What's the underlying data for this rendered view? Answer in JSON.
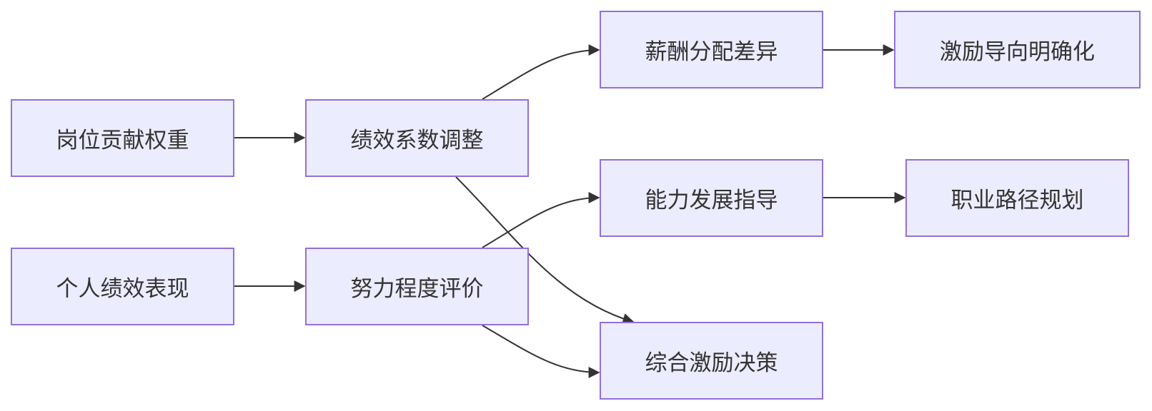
{
  "diagram": {
    "type": "flowchart",
    "direction": "left-to-right",
    "colors": {
      "node_fill": "#ececff",
      "node_border": "#9370db",
      "text": "#333333",
      "edge": "#333333"
    },
    "nodes": {
      "post_weight": "岗位贡献权重",
      "personal_perf": "个人绩效表现",
      "perf_coef": "绩效系数调整",
      "effort_eval": "努力程度评价",
      "pay_diff": "薪酬分配差异",
      "ability_guide": "能力发展指导",
      "composite": "综合激励决策",
      "incentive_clear": "激励导向明确化",
      "career_path": "职业路径规划"
    },
    "edges": [
      {
        "from": "岗位贡献权重",
        "to": "绩效系数调整"
      },
      {
        "from": "个人绩效表现",
        "to": "努力程度评价"
      },
      {
        "from": "绩效系数调整",
        "to": "薪酬分配差异"
      },
      {
        "from": "绩效系数调整",
        "to": "综合激励决策"
      },
      {
        "from": "努力程度评价",
        "to": "能力发展指导"
      },
      {
        "from": "努力程度评价",
        "to": "综合激励决策"
      },
      {
        "from": "薪酬分配差异",
        "to": "激励导向明确化"
      },
      {
        "from": "能力发展指导",
        "to": "职业路径规划"
      }
    ]
  }
}
